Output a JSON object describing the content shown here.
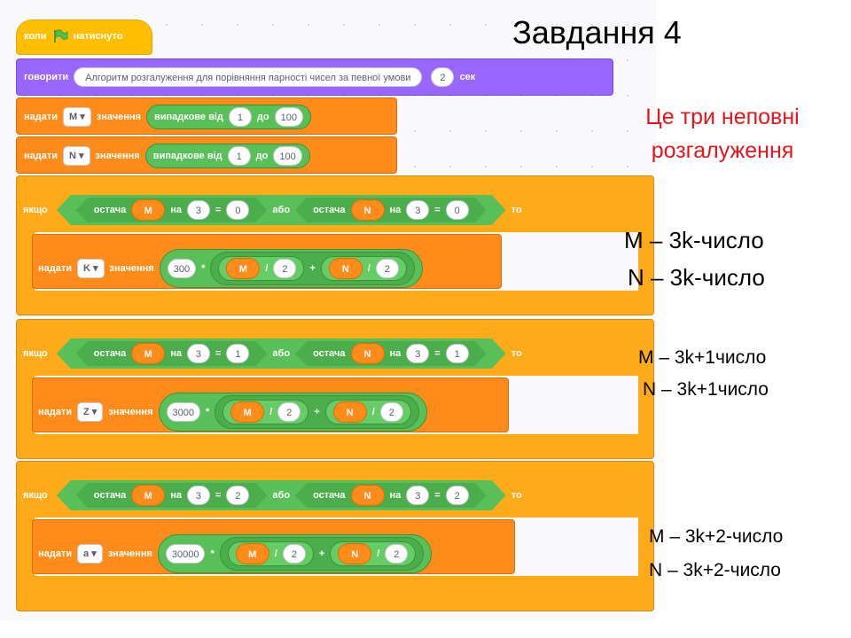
{
  "title": "Завдання 4",
  "red_note": {
    "line1": "Це три неповні",
    "line2": "розгалуження"
  },
  "notes": [
    {
      "m": "M – 3k-число",
      "n": "N – 3k-число"
    },
    {
      "m": "M – 3k+1число",
      "n": "N – 3k+1число"
    },
    {
      "m": "M – 3k+2-число",
      "n": "N – 3k+2-число"
    }
  ],
  "hat": {
    "prefix": "коли",
    "suffix": "натиснуто",
    "icon": "green-flag-icon"
  },
  "say": {
    "label": "говорити",
    "text": "Алгоритм розгалуження для порівняння парності чисел за певної умови",
    "secs": "2",
    "secs_label": "сек"
  },
  "set_m": {
    "label": "надати",
    "var": "M",
    "value_label": "значення",
    "random_label": "випадкове від",
    "from": "1",
    "to_label": "до",
    "to": "100"
  },
  "set_n": {
    "label": "надати",
    "var": "N",
    "value_label": "значення",
    "random_label": "випадкове від",
    "from": "1",
    "to_label": "до",
    "to": "100"
  },
  "ifs": [
    {
      "if_label": "якщо",
      "then_label": "то",
      "mod_label": "остача",
      "on_label": "на",
      "or_label": "або",
      "left_var": "M",
      "left_div": "3",
      "left_eq": "0",
      "right_var": "N",
      "right_div": "3",
      "right_eq": "0",
      "set": {
        "label": "надати",
        "var": "K",
        "value_label": "значення",
        "mult": "300",
        "op_mul": "*",
        "a": "M",
        "op_div": "/",
        "a_div": "2",
        "op_add": "+",
        "b": "N",
        "b_div": "2"
      }
    },
    {
      "if_label": "якщо",
      "then_label": "то",
      "mod_label": "остача",
      "on_label": "на",
      "or_label": "або",
      "left_var": "M",
      "left_div": "3",
      "left_eq": "1",
      "right_var": "N",
      "right_div": "3",
      "right_eq": "1",
      "set": {
        "label": "надати",
        "var": "Z",
        "value_label": "значення",
        "mult": "3000",
        "op_mul": "*",
        "a": "M",
        "op_div": "/",
        "a_div": "2",
        "op_add": "+",
        "b": "N",
        "b_div": "2"
      }
    },
    {
      "if_label": "якщо",
      "then_label": "то",
      "mod_label": "остача",
      "on_label": "на",
      "or_label": "або",
      "left_var": "M",
      "left_div": "3",
      "left_eq": "2",
      "right_var": "N",
      "right_div": "3",
      "right_eq": "2",
      "set": {
        "label": "надати",
        "var": "a",
        "value_label": "значення",
        "mult": "30000",
        "op_mul": "*",
        "a": "M",
        "op_div": "/",
        "a_div": "2",
        "op_add": "+",
        "b": "N",
        "b_div": "2"
      }
    }
  ],
  "colors": {
    "events": "#ffbf00",
    "looks": "#9966ff",
    "variables": "#ff8c1a",
    "control": "#ffab19",
    "operators": "#59c059",
    "note_red": "#e8141c"
  }
}
